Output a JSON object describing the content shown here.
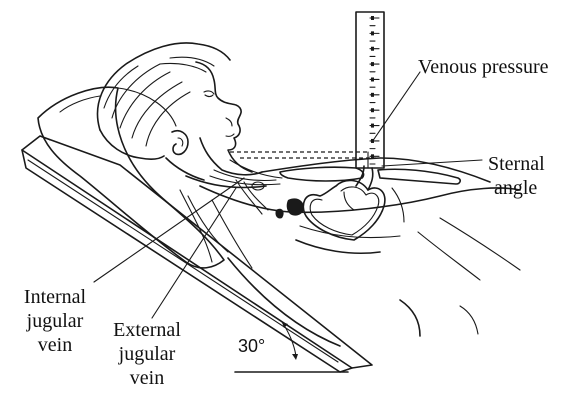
{
  "labels": {
    "venous_pressure": "Venous pressure",
    "sternal_angle_line1": "Sternal",
    "sternal_angle_line2": "angle",
    "internal_jugular_line1": "Internal",
    "internal_jugular_line2": "jugular",
    "internal_jugular_line3": "vein",
    "external_jugular_line1": "External",
    "external_jugular_line2": "jugular",
    "external_jugular_line3": "vein",
    "angle": "30°"
  },
  "ruler": {
    "tick_count": 20
  },
  "colors": {
    "ink": "#1a1a1a",
    "background": "#ffffff"
  }
}
